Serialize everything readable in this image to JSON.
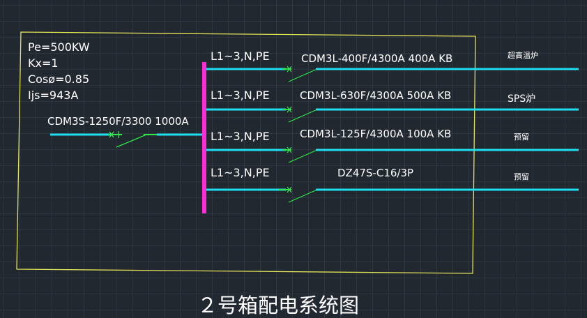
{
  "parameters": {
    "pe": "Pe=500KW",
    "kx": "Kx=1",
    "cos": "Cosø=0.85",
    "ijs": "Ijs=943A"
  },
  "main_breaker": {
    "label": "CDM3S-1250F/3300  1000A"
  },
  "circuits": [
    {
      "phase_label": "L1~3,N,PE",
      "breaker": "CDM3L-400F/4300A 400A KB",
      "load": "超高温炉"
    },
    {
      "phase_label": "L1~3,N,PE",
      "breaker": "CDM3L-630F/4300A 500A KB",
      "load": "SPS炉"
    },
    {
      "phase_label": "L1~3,N,PE",
      "breaker": "CDM3L-125F/4300A 100A KB",
      "load": "预留"
    },
    {
      "phase_label": "L1~3,N,PE",
      "breaker": "DZ47S-C16/3P",
      "load": "预留"
    }
  ],
  "title": "２号箱配电系统图",
  "colors": {
    "background": "#212830",
    "frame": "#e3e35a",
    "line": "#1ee0f0",
    "busbar": "#ff2bd6",
    "breaker": "#2ee84a",
    "text": "#ffffff"
  }
}
